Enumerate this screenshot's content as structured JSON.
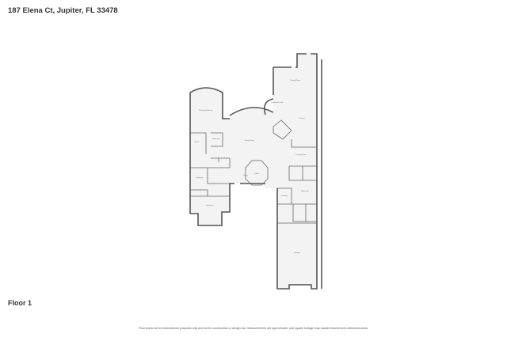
{
  "header": {
    "address": "187 Elena Ct, Jupiter, FL 33478"
  },
  "floor_label": "Floor 1",
  "disclaimer": "Floor plans are for informational purposes only and not for construction or design use. Measurements are approximate, and square footage may include finished and unfinished areas."
}
